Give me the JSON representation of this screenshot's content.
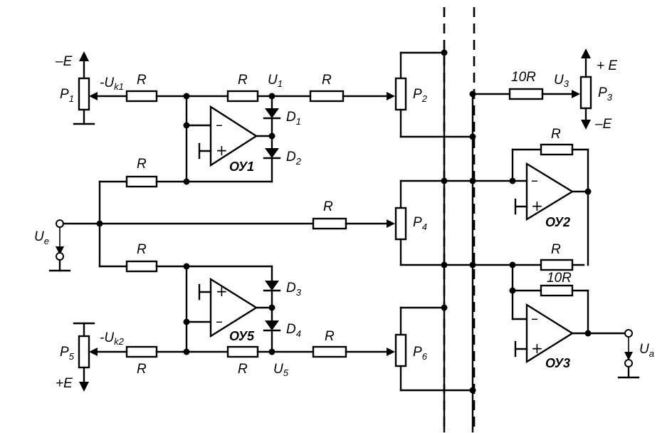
{
  "labels": {
    "minus_e_p1": "–E",
    "p1": "P",
    "p1_sub": "1",
    "uk1": "-U",
    "uk1_sub": "k1",
    "r_in1": "R",
    "r_mid1": "R",
    "u1": "U",
    "u1_sub": "1",
    "r_top": "R",
    "d1": "D",
    "d1_sub": "1",
    "d2": "D",
    "d2_sub": "2",
    "oy1": "ОУ1",
    "p2": "P",
    "p2_sub": "2",
    "r_fb1": "R",
    "ue": "U",
    "ue_sub": "e",
    "r_mid": "R",
    "p4": "P",
    "p4_sub": "4",
    "r_fb5": "R",
    "d3": "D",
    "d3_sub": "3",
    "d4": "D",
    "d4_sub": "4",
    "oy5": "ОУ5",
    "uk2": "-U",
    "uk2_sub": "k2",
    "p5": "P",
    "p5_sub": "5",
    "plus_e_p5": "+E",
    "r_in5": "R",
    "r_mid5": "R",
    "u5": "U",
    "u5_sub": "5",
    "r_bot": "R",
    "p6": "P",
    "p6_sub": "6",
    "r10_top": "10R",
    "u3": "U",
    "u3_sub": "3",
    "plus_e_p3": "+ E",
    "p3": "P",
    "p3_sub": "3",
    "minus_e_p3": "–E",
    "r_oy2": "R",
    "oy2": "ОУ2",
    "r_oy2_in": "R",
    "r10_oy3": "10R",
    "oy3": "ОУ3",
    "ua": "U",
    "ua_sub": "a"
  }
}
